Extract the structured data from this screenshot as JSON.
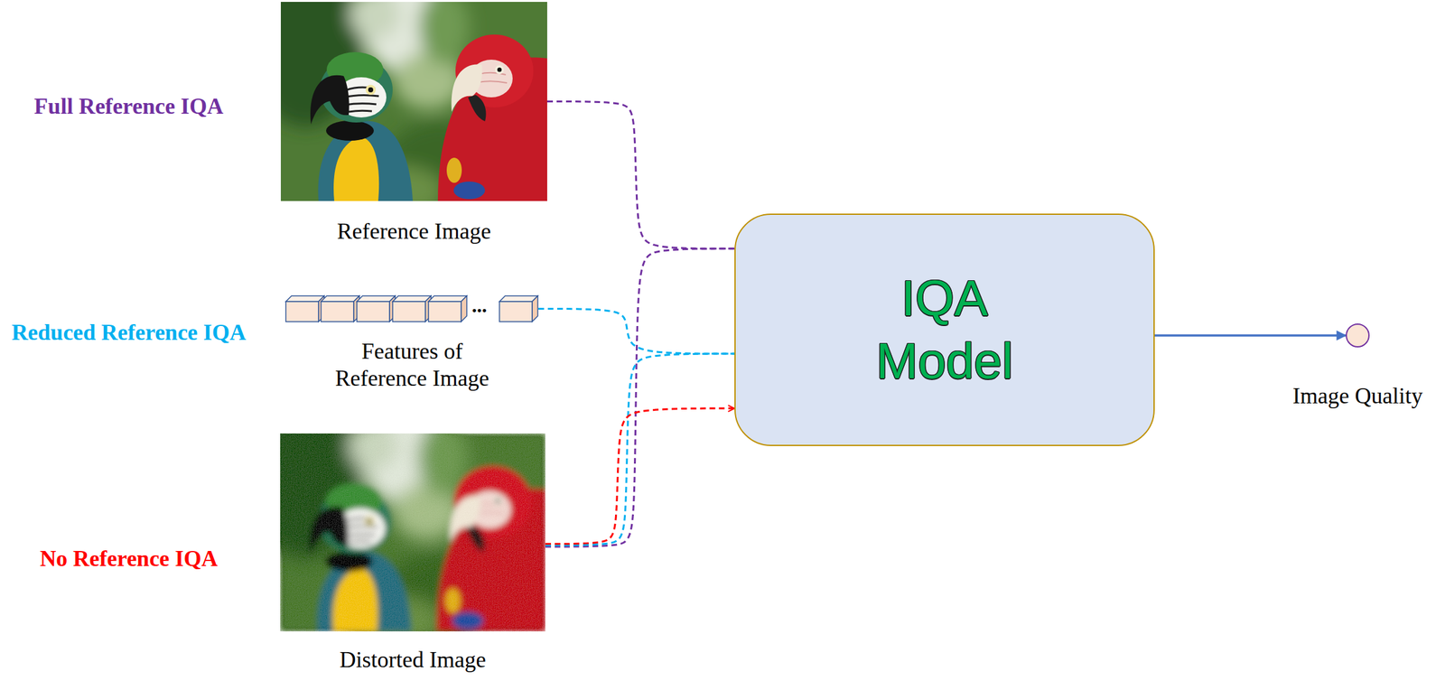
{
  "diagram": {
    "nodes": [
      {
        "text": [
          "Reference Image"
        ]
      },
      {
        "text": [
          "Features of Reference Image"
        ]
      },
      {
        "text": [
          "Distorted Image"
        ]
      },
      {
        "text": [
          "IQA Model"
        ]
      },
      {
        "text": [
          "Image Quality"
        ]
      }
    ],
    "edges": [
      {
        "from": 0,
        "to": 3,
        "arrow": "none"
      },
      {
        "from": 1,
        "to": 3,
        "arrow": "none"
      },
      {
        "from": 2,
        "to": 3,
        "arrow": "none"
      },
      {
        "from": 2,
        "to": 3,
        "arrow": "none"
      },
      {
        "from": 2,
        "to": 3,
        "arrow": "to"
      },
      {
        "from": 3,
        "to": 4,
        "arrow": "to"
      }
    ],
    "labels": [
      "Full Reference IQA",
      "Reduced Reference IQA",
      "No Reference IQA",
      "..."
    ]
  }
}
